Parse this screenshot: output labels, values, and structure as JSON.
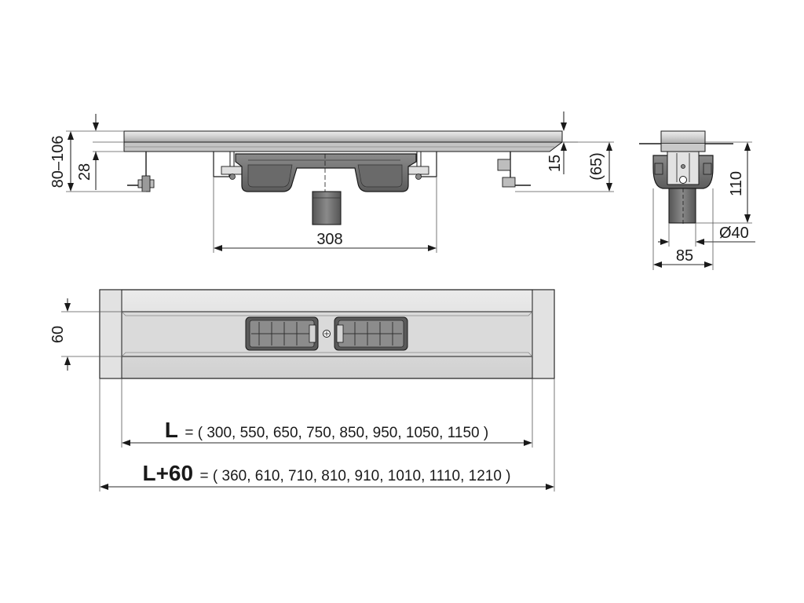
{
  "side_view": {
    "dim_total_height": "80–106",
    "dim_flange_height": "28",
    "dim_grate_thickness": "15",
    "dim_body_depth": "(65)",
    "dim_outlet_spacing": "308"
  },
  "cross_section": {
    "dim_height": "110",
    "dim_outlet_diameter": "Ø40",
    "dim_width": "85"
  },
  "top_view": {
    "dim_width": "60",
    "formula_L_symbol": "L",
    "formula_L_values": "= ( 300, 550, 650, 750, 850, 950, 1050, 1150 )",
    "formula_L60_symbol": "L+60",
    "formula_L60_values": "= ( 360, 610, 710, 810, 910, 1010, 1110, 1210 )"
  },
  "colors": {
    "line": "#1a1a1a",
    "steel_light": "#d9d9d9",
    "steel_mid": "#bdbdbd",
    "body_dark": "#5a5a5a",
    "body_fill": "#7a7a7a"
  }
}
